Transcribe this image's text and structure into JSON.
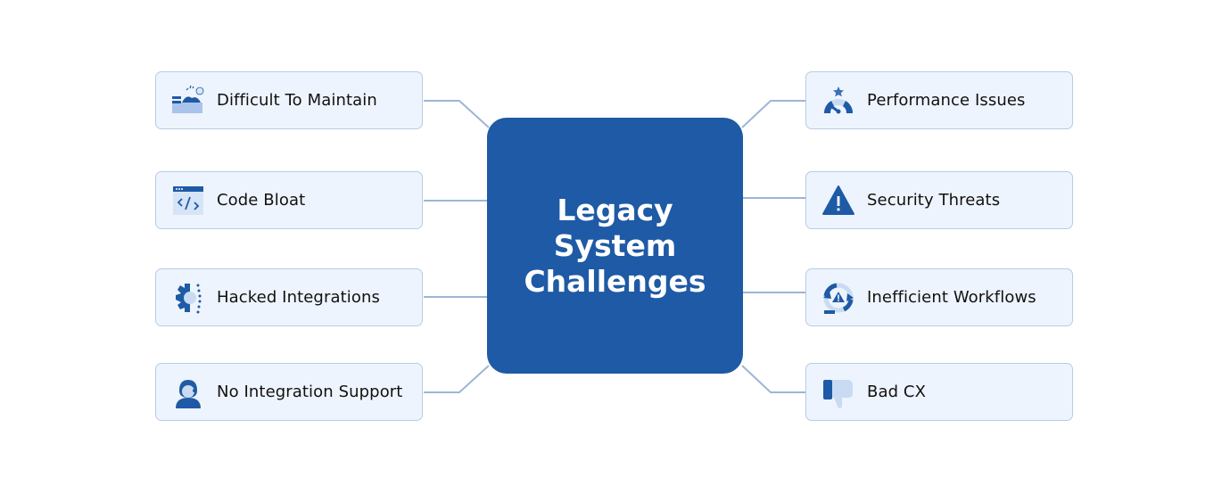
{
  "center": {
    "title": "Legacy System Challenges"
  },
  "colors": {
    "primary": "#1e5aa5",
    "card_bg": "#eef4fd",
    "card_border": "#b9cbe4",
    "connector": "#9db5d8",
    "icon_light": "#a9c4ec"
  },
  "left_items": [
    {
      "label": "Difficult To Maintain",
      "icon": "sleeping-bed-icon"
    },
    {
      "label": "Code Bloat",
      "icon": "code-window-icon"
    },
    {
      "label": "Hacked Integrations",
      "icon": "gear-dots-icon"
    },
    {
      "label": "No Integration Support",
      "icon": "support-agent-icon"
    }
  ],
  "right_items": [
    {
      "label": "Performance Issues",
      "icon": "speed-gauge-icon"
    },
    {
      "label": "Security Threats",
      "icon": "warning-triangle-icon"
    },
    {
      "label": "Inefficient Workflows",
      "icon": "cycle-warning-icon"
    },
    {
      "label": "Bad CX",
      "icon": "thumbs-down-icon"
    }
  ]
}
